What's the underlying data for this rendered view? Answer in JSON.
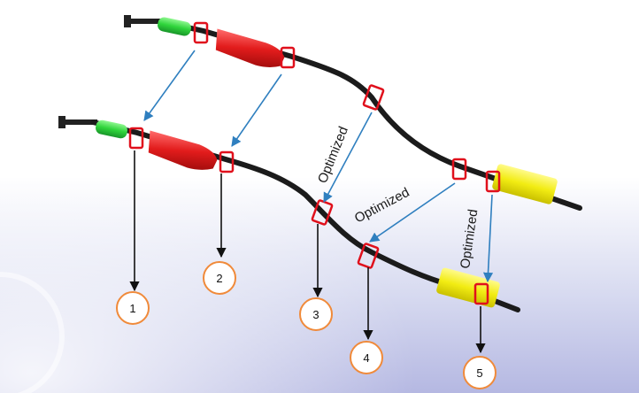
{
  "diagram": {
    "labels": {
      "optimized_1": "Optimized",
      "optimized_2": "Optimized",
      "optimized_3": "Optimized"
    },
    "numbers": [
      "1",
      "2",
      "3",
      "4",
      "5"
    ],
    "colors": {
      "cable": "#1b1b1b",
      "green_sleeve": "#2fd43b",
      "red_sleeve": "#e21c1c",
      "yellow_connector": "#f2ec13",
      "highlight_box": "#e0101c",
      "arrow_blue": "#2f7fbf",
      "arrow_black": "#111111",
      "circle_border": "#f08a3a"
    }
  }
}
